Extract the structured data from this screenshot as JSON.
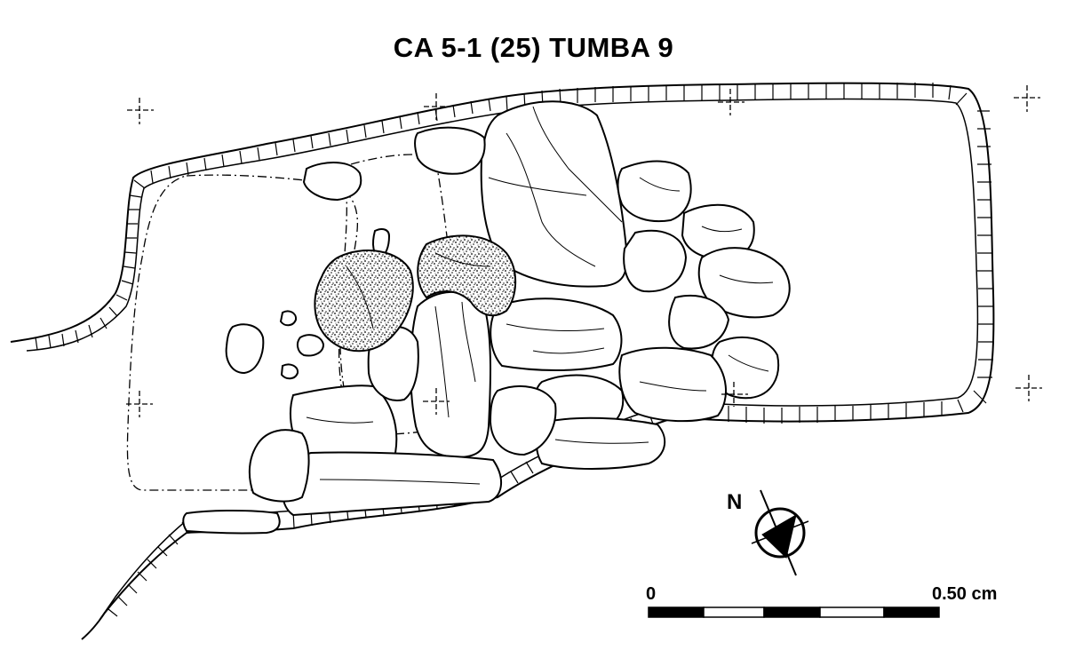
{
  "title": "CA 5-1 (25) TUMBA 9",
  "north": {
    "label": "N"
  },
  "scale": {
    "start": "0",
    "end": "0.50 cm"
  },
  "colors": {
    "ink": "#000000",
    "paper": "#ffffff"
  },
  "icons": [
    "north-arrow-icon",
    "grid-cross-icon"
  ]
}
